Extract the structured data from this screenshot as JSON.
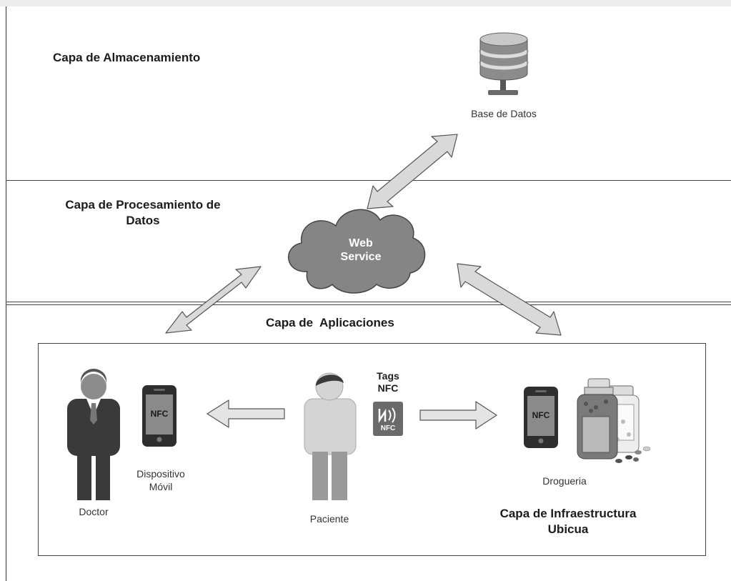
{
  "layers": {
    "storage": "Capa de Almacenamiento",
    "processing_line1": "Capa de Procesamiento de",
    "processing_line2": "Datos",
    "applications": "Capa de  Aplicaciones",
    "infrastructure_line1": "Capa de Infraestructura",
    "infrastructure_line2": "Ubicua"
  },
  "nodes": {
    "database": "Base de Datos",
    "web_service_line1": "Web",
    "web_service_line2": "Service",
    "doctor": "Doctor",
    "mobile_device_line1": "Dispositivo",
    "mobile_device_line2": "Móvil",
    "patient": "Paciente",
    "tags_line1": "Tags",
    "tags_line2": "NFC",
    "nfc_tag": "NFC",
    "nfc_phone_left": "NFC",
    "nfc_phone_right": "NFC",
    "pharmacy": "Drogueria"
  },
  "colors": {
    "arrow_fill": "#d9d9d9",
    "cloud_fill": "#858585",
    "dark_figure": "#3a3a3a",
    "light_figure": "#d4d4d4"
  }
}
